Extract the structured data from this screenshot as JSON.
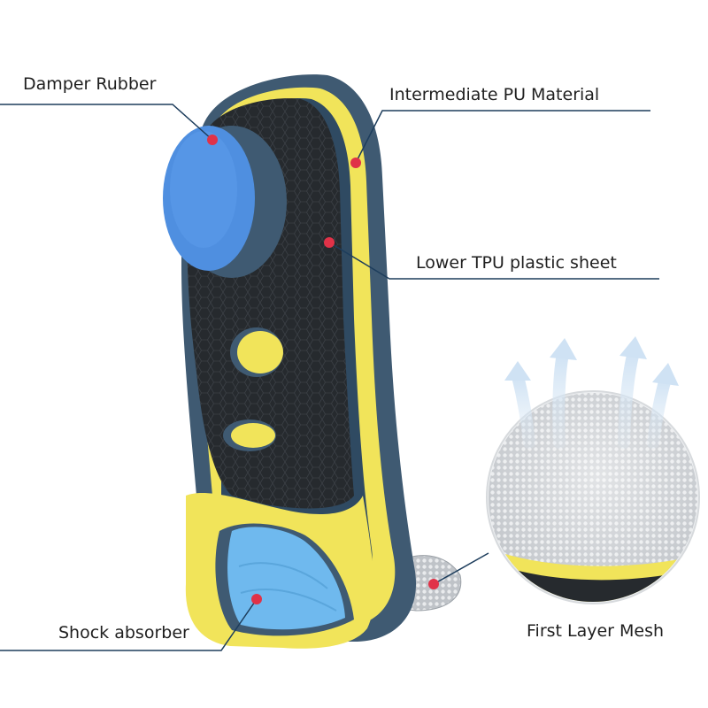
{
  "labels": {
    "damper_rubber": "Damper Rubber",
    "intermediate_pu": "Intermediate PU Material",
    "lower_tpu": "Lower TPU plastic sheet",
    "shock_absorber": "Shock absorber",
    "first_layer_mesh": "First Layer Mesh"
  },
  "colors": {
    "leader_line": "#1d3d5c",
    "marker_dot": "#e03248",
    "top_cover": "#262a2e",
    "pu_layer": "#f1e45a",
    "tpu_layer": "#3f5a72",
    "damper": "#4f8fe0",
    "shock_pad": "#6fb9ee",
    "mesh": "#c9ccd0"
  }
}
